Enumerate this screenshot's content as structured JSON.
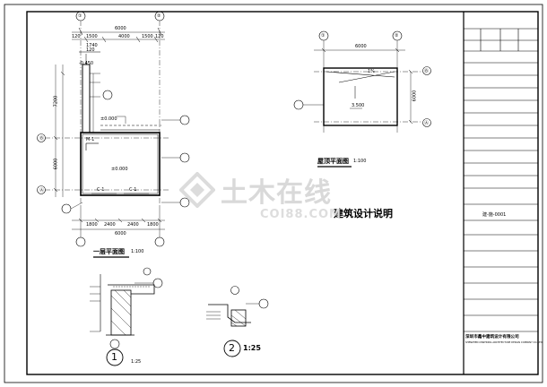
{
  "plan": {
    "title": "一层平面图",
    "scale": "1:100",
    "grid": {
      "col1": "①",
      "col2": "②",
      "rowA": "Ⓐ",
      "rowB": "Ⓑ"
    },
    "dims_top": [
      "120",
      "1500",
      "4000",
      "1500",
      "120"
    ],
    "dim_total_top": "6000",
    "dims_bottom": [
      "1800",
      "2400",
      "2400",
      "1800"
    ],
    "dim_total_bottom": "6000",
    "dim_left_upper": "7200",
    "dim_left_lower": "6000",
    "door": "M-1",
    "windows": [
      "C-1",
      "C-1"
    ],
    "elev": [
      "±0.000",
      "-0.450",
      "±0.000"
    ],
    "small_dims": [
      "1740",
      "120"
    ]
  },
  "roof": {
    "title": "屋顶平面图",
    "scale": "1:100",
    "grid": {
      "col1": "①",
      "col2": "②",
      "rowA": "Ⓐ",
      "rowB": "Ⓑ"
    },
    "dim_top": "6000",
    "dim_right": "6000",
    "slope": "1%",
    "elev": "3.500"
  },
  "notes_title": "建筑设计说明",
  "detail1": {
    "num": "1",
    "scale": "1:25"
  },
  "detail2": {
    "num": "2",
    "scale": "1:25"
  },
  "title_block": {
    "drawing_no": "建-施-0001",
    "company": "深圳市鑫中建筑设计有限公司",
    "company_en": "SHENZHEN XINZHONG ARCHITECTURE DESIGN COMPANY CO.,LTD."
  },
  "watermark": {
    "text": "土木在线",
    "url": "COI88.COM"
  }
}
